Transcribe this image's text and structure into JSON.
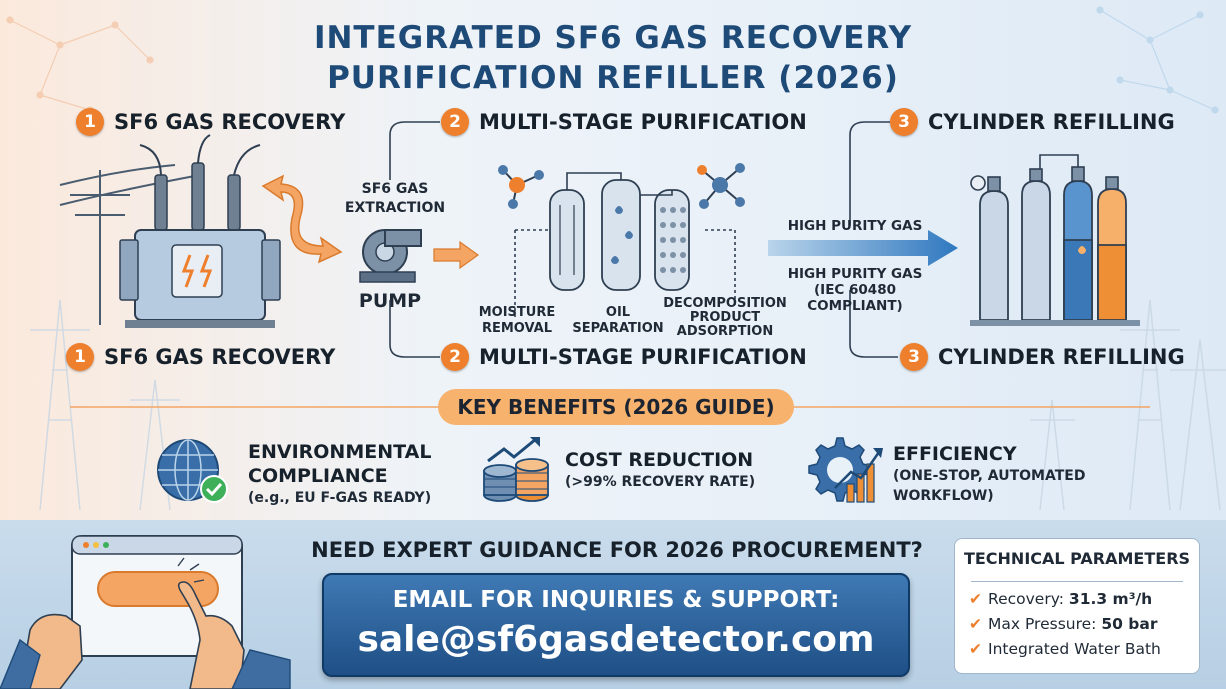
{
  "title": {
    "line1": "INTEGRATED SF6 GAS RECOVERY",
    "line2": "PURIFICATION REFILLER (2026)"
  },
  "steps": {
    "recovery": {
      "num": "1",
      "label": "SF6 GAS RECOVERY"
    },
    "purification": {
      "num": "2",
      "label": "MULTI-STAGE PURIFICATION"
    },
    "refilling": {
      "num": "3",
      "label": "CYLINDER REFILLING"
    }
  },
  "process": {
    "extraction_line1": "SF6 GAS",
    "extraction_line2": "EXTRACTION",
    "pump": "PUMP",
    "moisture_line1": "MOISTURE",
    "moisture_line2": "REMOVAL",
    "oil_line1": "OIL",
    "oil_line2": "SEPARATION",
    "decomp_line1": "DECOMPOSITION",
    "decomp_line2": "PRODUCT",
    "decomp_line3": "ADSORPTION",
    "high_purity": "HIGH PURITY GAS",
    "high_purity2_line1": "HIGH PURITY GAS",
    "high_purity2_line2": "(IEC 60480",
    "high_purity2_line3": "COMPLIANT)"
  },
  "benefits": {
    "heading": "KEY BENEFITS (2026 GUIDE)",
    "items": [
      {
        "title_line1": "ENVIRONMENTAL",
        "title_line2": "COMPLIANCE",
        "sub": "(e.g., EU F-GAS READY)",
        "icon": "globe-check-icon"
      },
      {
        "title_line1": "COST REDUCTION",
        "sub": "(>99% RECOVERY RATE)",
        "icon": "coins-growth-icon"
      },
      {
        "title_line1": "EFFICIENCY",
        "sub_line1": "(ONE-STOP, AUTOMATED",
        "sub_line2": "WORKFLOW)",
        "icon": "gear-chart-icon"
      }
    ]
  },
  "cta": {
    "question": "NEED EXPERT GUIDANCE FOR 2026 PROCUREMENT?",
    "email_label": "EMAIL FOR INQUIRIES & SUPPORT:",
    "email": "sale@sf6gasdetector.com"
  },
  "params": {
    "heading": "TECHNICAL PARAMETERS",
    "rows": [
      {
        "label": "Recovery:",
        "value": "31.3 m³/h"
      },
      {
        "label": "Max Pressure:",
        "value": "50 bar"
      },
      {
        "label": "Integrated Water Bath",
        "value": ""
      }
    ]
  },
  "colors": {
    "accent": "#ee7f2c",
    "navy": "#1e4a78",
    "arrow_blue": "#3b82c4"
  }
}
